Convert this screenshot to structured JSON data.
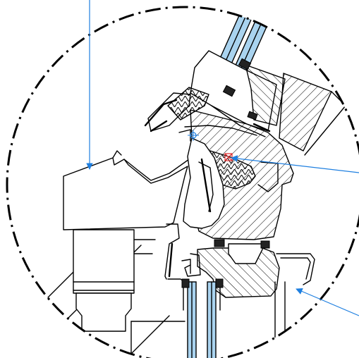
{
  "drawing": {
    "kind": "window frame section detail",
    "detail_circle_style": "dash-dot",
    "leader_color": "#1e7fe0",
    "marker_color": "#e0282a",
    "glazing_color": "#a9d3ef",
    "line_color": "#000000",
    "background": "#ffffff"
  },
  "leaders": {
    "count": 3,
    "arrow_style": "filled"
  }
}
